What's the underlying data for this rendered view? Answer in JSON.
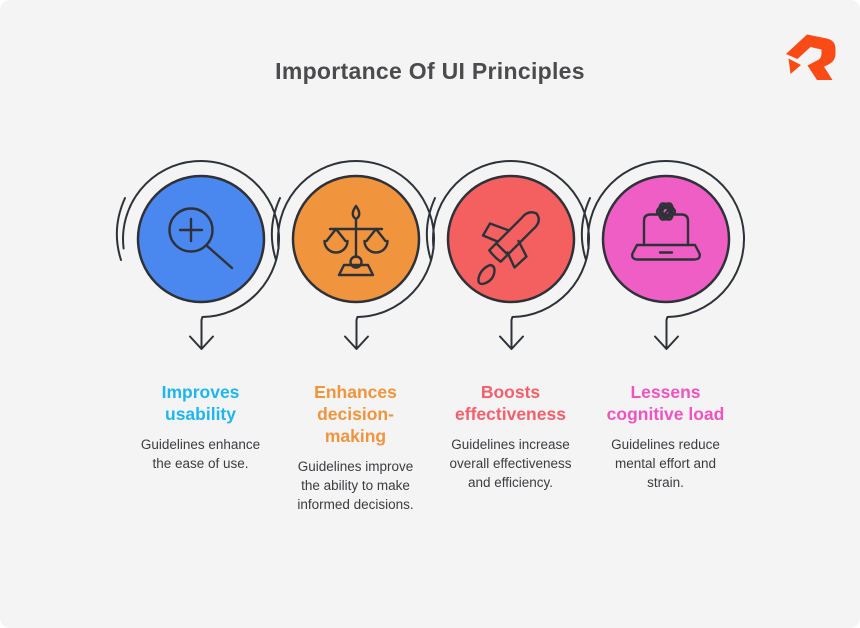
{
  "page": {
    "title": "Importance Of UI Principles",
    "background_color": "#F4F4F5"
  },
  "logo": {
    "name": "brand-logo",
    "color": "#FA4A15"
  },
  "colors": {
    "outline_stroke": "#2E3238",
    "title_text": "#4B4B4D",
    "body_text": "#3C3C3F"
  },
  "items": [
    {
      "icon": "magnifier-icon",
      "circle_color": "#4A88EF",
      "accent": "#1FB6F0",
      "heading": "Improves\nusability",
      "description": "Guidelines enhance\nthe ease of use."
    },
    {
      "icon": "scales-icon",
      "circle_color": "#F0943E",
      "accent": "#F0943E",
      "heading": "Enhances\ndecision-\nmaking",
      "description": "Guidelines improve\nthe ability to make\ninformed decisions."
    },
    {
      "icon": "rocket-icon",
      "circle_color": "#F4605F",
      "accent": "#F4606B",
      "heading": "Boosts\neffectiveness",
      "description": "Guidelines increase\noverall effectiveness\nand efficiency."
    },
    {
      "icon": "laptop-gear-icon",
      "circle_color": "#EF5EC4",
      "accent": "#F153BF",
      "heading": "Lessens\ncognitive load",
      "description": "Guidelines reduce\nmental effort and\nstrain."
    }
  ]
}
